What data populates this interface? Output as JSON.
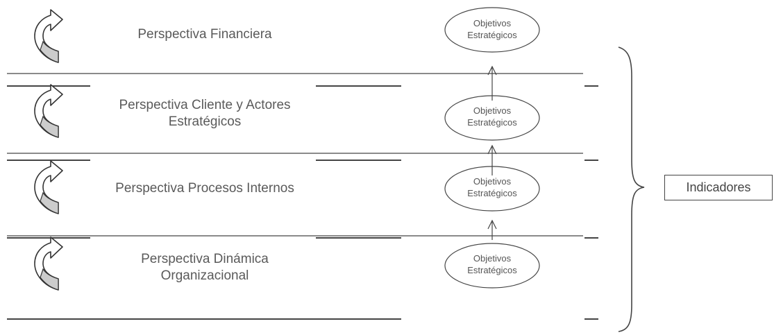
{
  "perspectives": [
    {
      "lines": [
        "Perspectiva Financiera"
      ],
      "icon": "curved-arrow-icon"
    },
    {
      "lines": [
        "Perspectiva Cliente y Actores",
        "Estratégicos"
      ],
      "icon": "curved-arrow-icon"
    },
    {
      "lines": [
        "Perspectiva Procesos Internos"
      ],
      "icon": "curved-arrow-icon"
    },
    {
      "lines": [
        "Perspectiva Dinámica",
        "Organizacional"
      ],
      "icon": "curved-arrow-icon"
    }
  ],
  "objectives": [
    {
      "line1": "Objetivos",
      "line2": "Estratégicos"
    },
    {
      "line1": "Objetivos",
      "line2": "Estratégicos"
    },
    {
      "line1": "Objetivos",
      "line2": "Estratégicos"
    },
    {
      "line1": "Objetivos",
      "line2": "Estratégicos"
    }
  ],
  "indicators_label": "Indicadores",
  "colors": {
    "line": "#444444",
    "arrow_fill": "#cccccc",
    "text": "#5a5a5a"
  }
}
